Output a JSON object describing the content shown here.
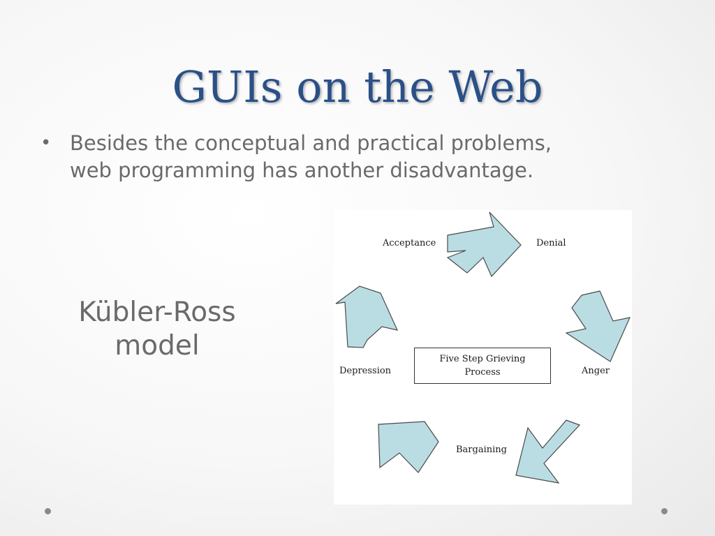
{
  "slide": {
    "title": "GUIs on the Web",
    "bullets": [
      {
        "symbol": "•",
        "line1": "Besides the conceptual and practical problems,",
        "line2": "web programming has another disadvantage."
      }
    ],
    "side_label": {
      "line1": "Kübler-Ross",
      "line2": "model"
    }
  },
  "diagram": {
    "center_line1": "Five Step Grieving",
    "center_line2": "Process",
    "stages": [
      "Denial",
      "Anger",
      "Bargaining",
      "Depression",
      "Acceptance"
    ],
    "arrow_fill": "#b9dde3",
    "arrow_stroke": "#4a4a4a"
  },
  "colors": {
    "title": "#2b5088",
    "body_text": "#6a6a6a",
    "background": "#f7f7f7"
  }
}
